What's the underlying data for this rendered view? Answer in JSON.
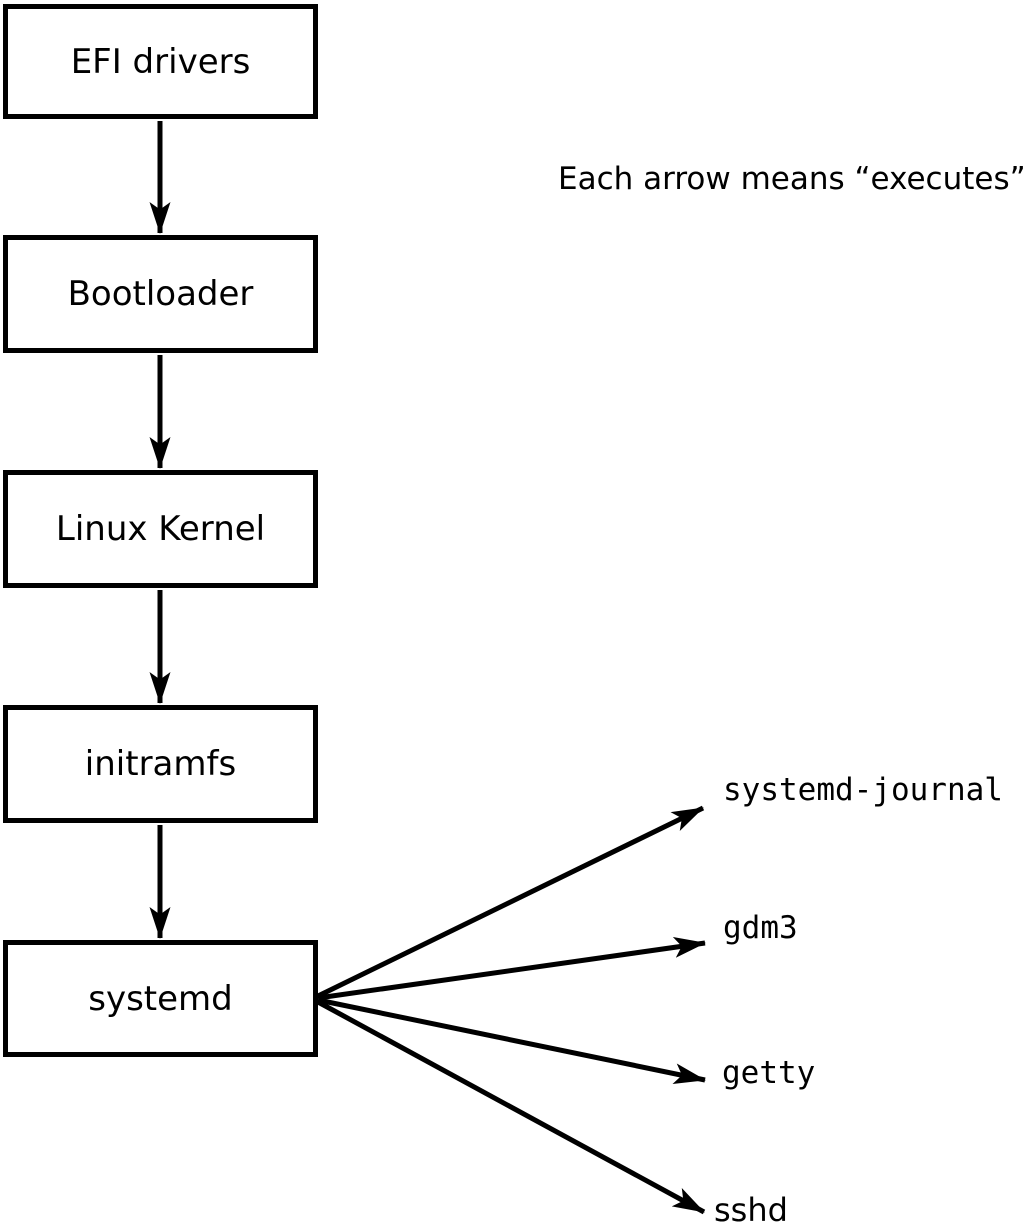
{
  "diagram": {
    "note": "Each arrow means “executes”.",
    "relation": "executes",
    "colors": {
      "line": "#000000",
      "box_fill": "#ffffff",
      "background": "#ffffff",
      "text": "#000000"
    },
    "chain": [
      {
        "id": "efi-drivers",
        "label": "EFI drivers"
      },
      {
        "id": "bootloader",
        "label": "Bootloader"
      },
      {
        "id": "linux-kernel",
        "label": "Linux Kernel"
      },
      {
        "id": "initramfs",
        "label": "initramfs"
      },
      {
        "id": "systemd",
        "label": "systemd"
      }
    ],
    "spawned": [
      {
        "id": "systemd-journal",
        "label": "systemd-journal"
      },
      {
        "id": "gdm3",
        "label": "gdm3"
      },
      {
        "id": "getty",
        "label": "getty"
      },
      {
        "id": "sshd",
        "label": "sshd"
      }
    ],
    "edges": [
      {
        "from": "efi-drivers",
        "to": "bootloader",
        "relation": "executes"
      },
      {
        "from": "bootloader",
        "to": "linux-kernel",
        "relation": "executes"
      },
      {
        "from": "linux-kernel",
        "to": "initramfs",
        "relation": "executes"
      },
      {
        "from": "initramfs",
        "to": "systemd",
        "relation": "executes"
      },
      {
        "from": "systemd",
        "to": "systemd-journal",
        "relation": "executes"
      },
      {
        "from": "systemd",
        "to": "gdm3",
        "relation": "executes"
      },
      {
        "from": "systemd",
        "to": "getty",
        "relation": "executes"
      },
      {
        "from": "systemd",
        "to": "sshd",
        "relation": "executes"
      }
    ]
  }
}
